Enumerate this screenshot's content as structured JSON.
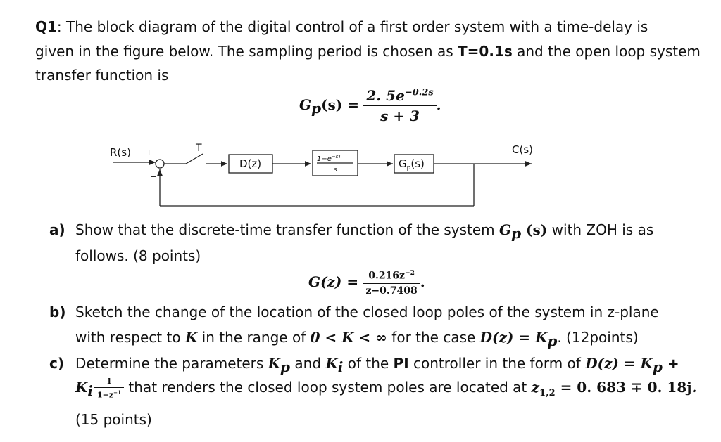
{
  "question": {
    "label": "Q1",
    "line1": ": The block diagram of the digital control of a first order system with a time-delay is",
    "line2a": "given in the figure below. The sampling period is chosen as ",
    "line2b": "T=0.1s",
    "line2c": " and the open loop system",
    "line3": "transfer function is"
  },
  "eq_gp": {
    "lhs": "G",
    "lhs_sub": "p",
    "lhs_arg": "(s) =",
    "num": "2. 5e",
    "num_sup": "−0.2s",
    "den": "s + 3",
    "tail": "."
  },
  "diagram": {
    "input": "R(s)",
    "plus": "+",
    "minus": "−",
    "sampler": "T",
    "block1": "D(z)",
    "zoh_num": "1−e",
    "zoh_sup": "−sT",
    "zoh_den": "s",
    "block3": "G",
    "block3_sub": "p",
    "block3_arg": "(s)",
    "output": "C(s)"
  },
  "part_a": {
    "label": "a)",
    "line1a": "Show that the discrete-time transfer function of the system ",
    "line1_g": "G",
    "line1_sub": "p",
    "line1_arg": " (s)",
    "line1b": " with ZOH is as",
    "line2": "follows. (8 points)",
    "eq_lhs": "G(z) =",
    "eq_num": "0.216z",
    "eq_num_sup": "−2",
    "eq_den": "z−0.7408",
    "eq_tail": "."
  },
  "part_b": {
    "label": "b)",
    "line1": "Sketch the change of the location of the closed loop poles of the system in z-plane",
    "line2a": "with respect to ",
    "line2_k": "K",
    "line2b": " in the range of ",
    "line2_range": "0 < K < ∞",
    "line2c": " for the case ",
    "line2_eq": "D(z) = K",
    "line2_eq_sub": "p",
    "line2d": ". (12points)"
  },
  "part_c": {
    "label": "c)",
    "line1a": "Determine the parameters ",
    "k1": "K",
    "k1_sub": "p",
    "line1b": " and ",
    "k2": "K",
    "k2_sub": "i",
    "line1c": " of the ",
    "pi": "PI",
    "line1d": " controller in the form of  ",
    "eq1": "D(z) = K",
    "eq1_sub": "p",
    "eq1_tail": " +",
    "line2_k": "K",
    "line2_k_sub": "i",
    "frac_num": "1",
    "frac_den": "1−z",
    "frac_den_sup": "−1",
    "line2b": " that renders the closed loop system poles are located at ",
    "poles_lhs": "z",
    "poles_sub": "1,2",
    "poles_rhs": " = 0. 683 ∓ 0. 18j",
    "poles_tail": ".",
    "line3": "(15 points)"
  }
}
